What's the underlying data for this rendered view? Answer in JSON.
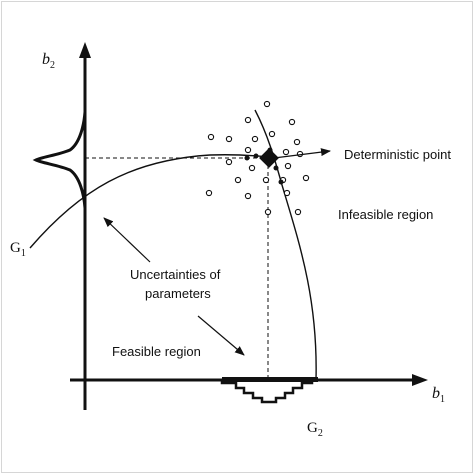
{
  "labels": {
    "y_axis": "b",
    "y_axis_sub": "2",
    "x_axis": "b",
    "x_axis_sub": "1",
    "g1": "G",
    "g1_sub": "1",
    "g2": "G",
    "g2_sub": "2",
    "deterministic_point": "Deterministic point",
    "infeasible_region": "Infeasible region",
    "uncertainties_line1": "Uncertainties of",
    "uncertainties_line2": "parameters",
    "feasible_region": "Feasible region"
  },
  "colors": {
    "ink": "#111111",
    "frame": "#d6d6d6",
    "background": "#ffffff"
  }
}
